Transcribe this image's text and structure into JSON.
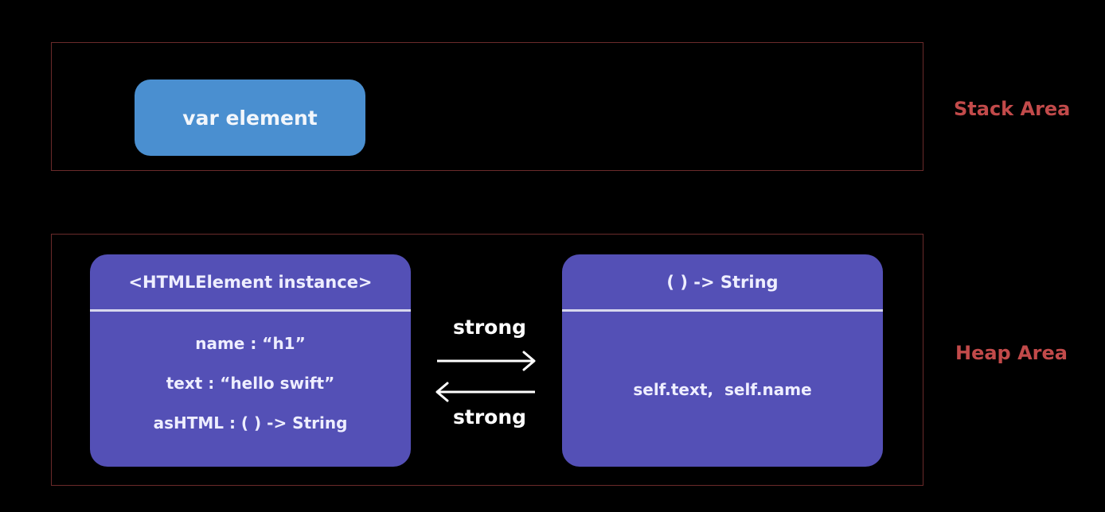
{
  "stack": {
    "label": "Stack Area",
    "variable": "var element"
  },
  "heap": {
    "label": "Heap Area",
    "instance": {
      "header": "<HTMLElement instance>",
      "properties": [
        "name : “h1”",
        "text : “hello swift”",
        "asHTML : ( ) -> String"
      ]
    },
    "closure": {
      "header": "( ) -> String",
      "captures": "self.text,  self.name"
    },
    "arrows": {
      "top_label": "strong",
      "bottom_label": "strong"
    }
  },
  "colors": {
    "background": "#000000",
    "area_border": "#6b2a2a",
    "area_label": "#c24a4a",
    "variable_box": "#4a8fd0",
    "object_box": "#5450b6"
  }
}
